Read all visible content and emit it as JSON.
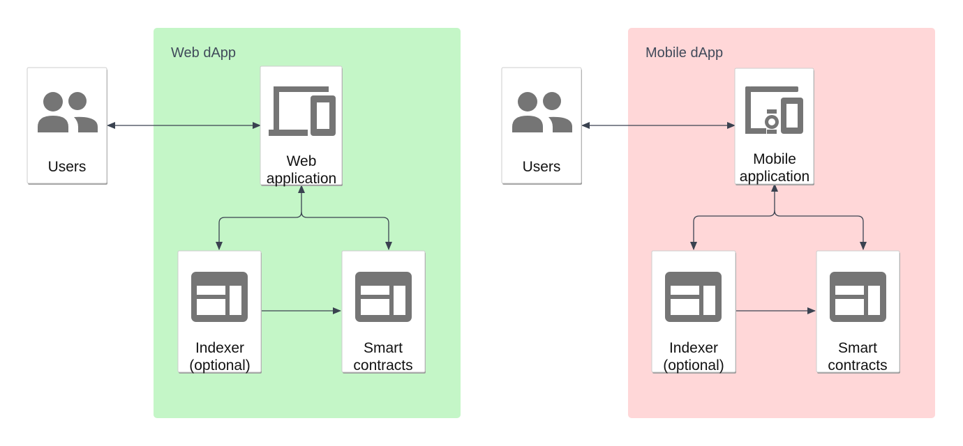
{
  "groups": [
    {
      "id": "web",
      "label": "Web dApp",
      "color": "#c4f6c7",
      "nodes": {
        "users": {
          "label": "Users",
          "icon": "users-icon"
        },
        "app": {
          "line1": "Web",
          "line2": "application",
          "icon": "devices-icon"
        },
        "indexer": {
          "line1": "Indexer",
          "line2": "(optional)",
          "icon": "table-icon"
        },
        "contracts": {
          "line1": "Smart",
          "line2": "contracts",
          "icon": "table-icon"
        }
      }
    },
    {
      "id": "mobile",
      "label": "Mobile dApp",
      "color": "#ffd7d8",
      "nodes": {
        "users": {
          "label": "Users",
          "icon": "users-icon"
        },
        "app": {
          "line1": "Mobile",
          "line2": "application",
          "icon": "devices-watch-icon"
        },
        "indexer": {
          "line1": "Indexer",
          "line2": "(optional)",
          "icon": "table-icon"
        },
        "contracts": {
          "line1": "Smart",
          "line2": "contracts",
          "icon": "table-icon"
        }
      }
    }
  ],
  "colors": {
    "connector": "#3a4250",
    "icon": "#757575",
    "node_border": "#cccccc",
    "group_label": "#404a5a"
  },
  "connections": [
    {
      "from": "users",
      "to": "app",
      "arrows": "both"
    },
    {
      "from": "app",
      "to": "indexer",
      "arrows": "both"
    },
    {
      "from": "app",
      "to": "contracts",
      "arrows": "both"
    },
    {
      "from": "indexer",
      "to": "contracts",
      "arrows": "end"
    }
  ]
}
